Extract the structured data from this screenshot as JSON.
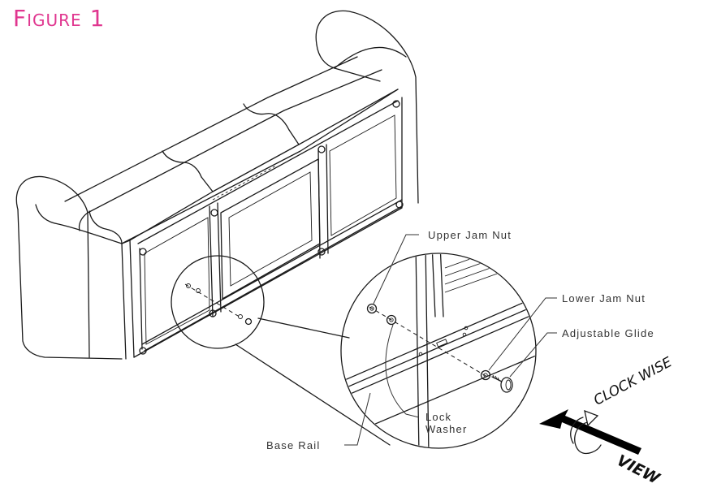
{
  "figure": {
    "title": "Figure 1"
  },
  "callouts": {
    "upper_jam_nut": "Upper Jam Nut",
    "lower_jam_nut": "Lower Jam Nut",
    "adjustable_glide": "Adjustable Glide",
    "lock_washer_line1": "Lock",
    "lock_washer_line2": "Washer",
    "base_rail": "Base Rail"
  },
  "direction": {
    "clockwise": "CLOCK WISE",
    "view": "VIEW"
  },
  "colors": {
    "title": "#e0368f",
    "line_art": "#1a1a1a",
    "label_text": "#333333",
    "arrow_fill": "#000000"
  }
}
